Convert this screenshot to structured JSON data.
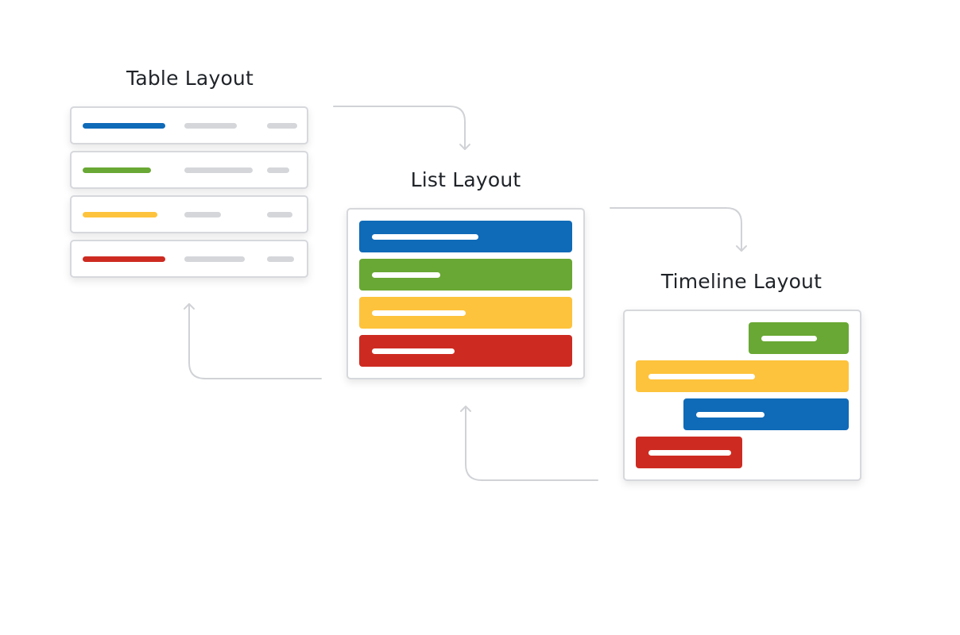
{
  "headings": {
    "table": "Table Layout",
    "list": "List Layout",
    "timeline": "Timeline Layout"
  },
  "colors": {
    "blue": "#0f6ab8",
    "green": "#69a834",
    "yellow": "#fec33c",
    "red": "#cd2b21",
    "grey_line": "#d4d6da",
    "border": "#d6d8dc",
    "connector": "#d0d2d6",
    "text": "#1f2328"
  },
  "table_rows": [
    {
      "color": "blue"
    },
    {
      "color": "green"
    },
    {
      "color": "yellow"
    },
    {
      "color": "red"
    }
  ],
  "list_rows": [
    {
      "color": "blue"
    },
    {
      "color": "green"
    },
    {
      "color": "yellow"
    },
    {
      "color": "red"
    }
  ],
  "timeline_rows": [
    {
      "color": "green"
    },
    {
      "color": "yellow"
    },
    {
      "color": "blue"
    },
    {
      "color": "red"
    }
  ],
  "connectors": [
    {
      "from": "table",
      "to": "list"
    },
    {
      "from": "list",
      "to": "timeline"
    },
    {
      "from": "timeline",
      "to": "list"
    },
    {
      "from": "list",
      "to": "table"
    }
  ]
}
